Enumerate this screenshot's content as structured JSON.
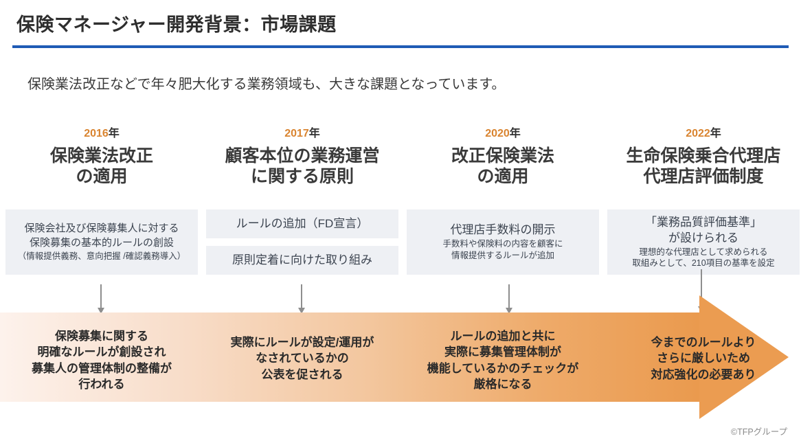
{
  "slide": {
    "title": "保険マネージャー開発背景：市場課題",
    "lead": "保険業法改正などで年々肥大化する業務領域も、大きな課題となっています。",
    "footer": "©TFPグループ",
    "rule_color": "#1f5bb5",
    "year_color": "#d98430",
    "box_bg": "#eef0f4",
    "arrow_color": "#eb9c51"
  },
  "columns": [
    {
      "year_number": "2016",
      "year_suffix": "年",
      "heading_line1": "保険業法改正",
      "heading_line2": "の適用",
      "boxes": [
        {
          "main_line1": "保険会社及び保険募集人に対する",
          "main_line2": "保険募集の基本的ルールの創設",
          "sub_line1": "（情報提供義務、意向把握 /確認義務導入）"
        }
      ],
      "arrow_lines": [
        "保険募集に関する",
        "明確なルールが創設され",
        "募集人の管理体制の整備が",
        "行われる"
      ]
    },
    {
      "year_number": "2017",
      "year_suffix": "年",
      "heading_line1": "顧客本位の業務運営",
      "heading_line2": "に関する原則",
      "boxes": [
        {
          "main_line1": "ルールの追加（FD宣言）"
        },
        {
          "main_line1": "原則定着に向けた取り組み"
        }
      ],
      "arrow_lines": [
        "実際にルールが設定/運用が",
        "なされているかの",
        "公表を促される"
      ]
    },
    {
      "year_number": "2020",
      "year_suffix": "年",
      "heading_line1": "改正保険業法",
      "heading_line2": "の適用",
      "boxes": [
        {
          "main_line1": "代理店手数料の開示",
          "sub_line1": "手数料や保険料の内容を顧客に",
          "sub_line2": "情報提供するルールが追加"
        }
      ],
      "arrow_lines": [
        "ルールの追加と共に",
        "実際に募集管理体制が",
        "機能しているかのチェックが",
        "厳格になる"
      ]
    },
    {
      "year_number": "2022",
      "year_suffix": "年",
      "heading_line1": "生命保険乗合代理店",
      "heading_line2": "代理店評価制度",
      "boxes": [
        {
          "main_line1": "「業務品質評価基準」",
          "main_line2": "が設けられる",
          "sub_line1": "理想的な代理店として求められる",
          "sub_line2": "取組みとして、210項目の基準を設定"
        }
      ],
      "arrow_lines": [
        "今までのルールより",
        "さらに厳しいため",
        "対応強化の必要あり"
      ]
    }
  ]
}
